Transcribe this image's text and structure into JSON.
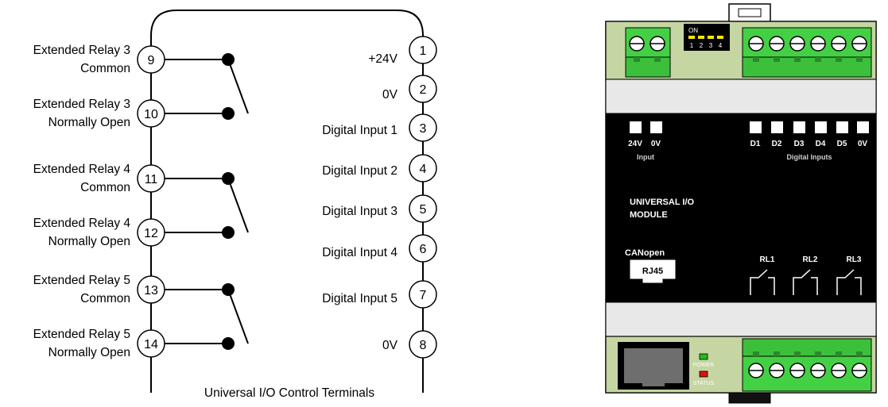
{
  "terminal_diagram": {
    "title": "Universal I/O Control Terminals",
    "left_terminals": [
      {
        "number": "9",
        "line1": "Extended Relay 3",
        "line2": "Common"
      },
      {
        "number": "10",
        "line1": "Extended Relay 3",
        "line2": "Normally Open"
      },
      {
        "number": "11",
        "line1": "Extended Relay 4",
        "line2": "Common"
      },
      {
        "number": "12",
        "line1": "Extended Relay 4",
        "line2": "Normally Open"
      },
      {
        "number": "13",
        "line1": "Extended Relay 5",
        "line2": "Common"
      },
      {
        "number": "14",
        "line1": "Extended Relay 5",
        "line2": "Normally Open"
      }
    ],
    "right_terminals": [
      {
        "number": "1",
        "label": "+24V"
      },
      {
        "number": "2",
        "label": "0V"
      },
      {
        "number": "3",
        "label": "Digital Input 1"
      },
      {
        "number": "4",
        "label": "Digital Input 2"
      },
      {
        "number": "5",
        "label": "Digital Input 3"
      },
      {
        "number": "6",
        "label": "Digital Input 4"
      },
      {
        "number": "7",
        "label": "Digital Input 5"
      },
      {
        "number": "8",
        "label": "0V"
      }
    ]
  },
  "module": {
    "dip_label": "ON",
    "dip_numbers": [
      "1",
      "2",
      "3",
      "4"
    ],
    "input_leds": [
      "24V",
      "0V"
    ],
    "input_caption": "Input",
    "digital_leds": [
      "D1",
      "D2",
      "D3",
      "D4",
      "D5",
      "0V"
    ],
    "digital_caption": "Digital Inputs",
    "name_line1": "UNIVERSAL I/O",
    "name_line2": "MODULE",
    "canopen_label": "CANopen",
    "rj45_label": "RJ45",
    "relays": [
      "RL1",
      "RL2",
      "RL3"
    ],
    "power_label": "POWER",
    "status_label": "STATUS"
  },
  "colors": {
    "terminal_green": "#44d044",
    "module_olive": "#c5d6a2",
    "module_grey": "#e8e8e8",
    "panel_black": "#000000",
    "power_led": "#22bb22",
    "status_led": "#dd1111",
    "dip_yellow": "#f5e600"
  }
}
